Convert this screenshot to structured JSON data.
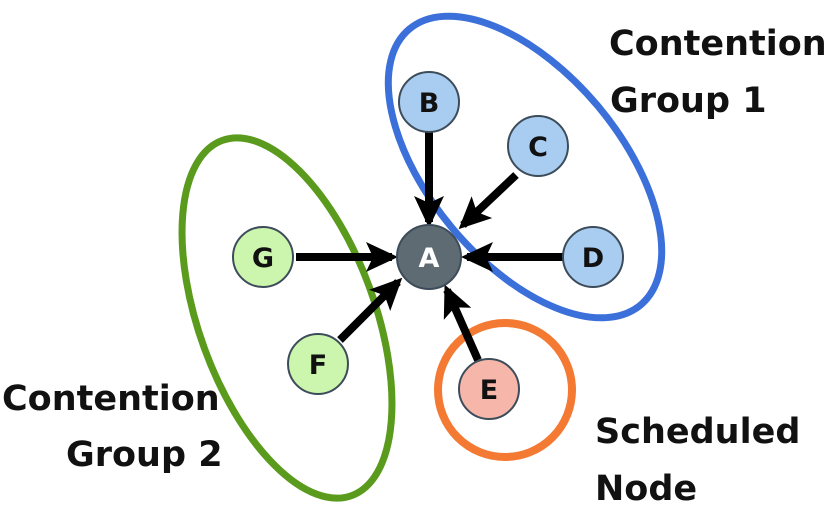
{
  "colors": {
    "group1_outline": "#3B6FD9",
    "group2_outline": "#5A9A1C",
    "scheduled_outline": "#F47A33",
    "hub_fill": "#5F6B72",
    "blue_node_fill": "#A9CCF1",
    "green_node_fill": "#CCF5AD",
    "peach_node_fill": "#F6B6AA",
    "node_border": "#3D4C5A",
    "arrow": "#000000"
  },
  "nodes": {
    "A": "A",
    "B": "B",
    "C": "C",
    "D": "D",
    "E": "E",
    "F": "F",
    "G": "G"
  },
  "labels": {
    "group1_line1": "Contention",
    "group1_line2": "Group 1",
    "group2_line1": "Contention",
    "group2_line2": "Group 2",
    "scheduled_line1": "Scheduled",
    "scheduled_line2": "Node"
  }
}
